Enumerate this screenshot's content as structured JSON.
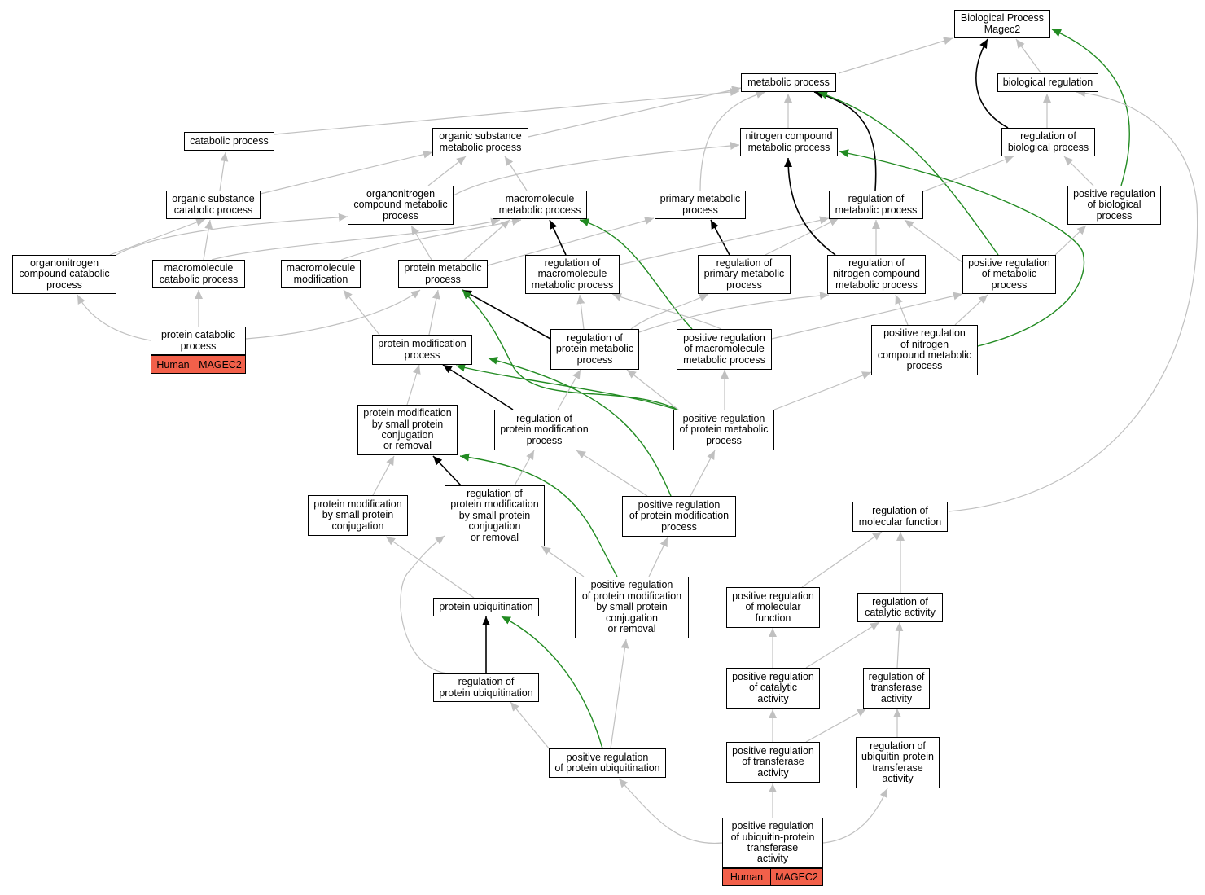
{
  "colors": {
    "edge_gray": "#c0c0c0",
    "edge_black": "#000000",
    "edge_green": "#228b22",
    "annotation": "#f2604a"
  },
  "nodes": {
    "biological_process": "Biological Process\nMagec2",
    "metabolic_process": "metabolic process",
    "biological_regulation": "biological regulation",
    "catabolic_process": "catabolic process",
    "organic_substance_metabolic_process": "organic substance\nmetabolic process",
    "nitrogen_compound_metabolic_process": "nitrogen compound\nmetabolic process",
    "regulation_of_biological_process": "regulation of\nbiological process",
    "organic_substance_catabolic_process": "organic substance\ncatabolic process",
    "organonitrogen_compound_metabolic_process": "organonitrogen\ncompound metabolic\nprocess",
    "macromolecule_metabolic_process": "macromolecule\nmetabolic process",
    "primary_metabolic_process": "primary metabolic\nprocess",
    "regulation_of_metabolic_process": "regulation of\nmetabolic process",
    "positive_regulation_of_biological_process": "positive regulation\nof biological\nprocess",
    "organonitrogen_compound_catabolic_process": "organonitrogen\ncompound catabolic\nprocess",
    "macromolecule_catabolic_process": "macromolecule\ncatabolic process",
    "macromolecule_modification": "macromolecule\nmodification",
    "protein_metabolic_process": "protein metabolic\nprocess",
    "regulation_of_macromolecule_metabolic_process": "regulation of\nmacromolecule\nmetabolic process",
    "regulation_of_primary_metabolic_process": "regulation of\nprimary metabolic\nprocess",
    "regulation_of_nitrogen_compound_metabolic_process": "regulation of\nnitrogen compound\nmetabolic process",
    "positive_regulation_of_metabolic_process": "positive regulation\nof metabolic\nprocess",
    "protein_catabolic_process": "protein catabolic\nprocess",
    "protein_modification_process": "protein modification\nprocess",
    "regulation_of_protein_metabolic_process": "regulation of\nprotein metabolic\nprocess",
    "positive_regulation_of_macromolecule_metabolic_process": "positive regulation\nof macromolecule\nmetabolic process",
    "positive_regulation_of_nitrogen_compound_metabolic_process": "positive regulation\nof nitrogen\ncompound metabolic\nprocess",
    "protein_modification_by_small_protein_conjugation_or_removal": "protein modification\nby small protein\nconjugation\nor removal",
    "regulation_of_protein_modification_process": "regulation of\nprotein modification\nprocess",
    "positive_regulation_of_protein_metabolic_process": "positive regulation\nof protein metabolic\nprocess",
    "protein_modification_by_small_protein_conjugation": "protein modification\nby small protein\nconjugation",
    "regulation_of_protein_modification_by_small_protein_conjugation_or_removal": "regulation of\nprotein modification\nby small protein\nconjugation\nor removal",
    "positive_regulation_of_protein_modification_process": "positive regulation\nof protein modification\nprocess",
    "regulation_of_molecular_function": "regulation of\nmolecular function",
    "protein_ubiquitination": "protein ubiquitination",
    "positive_regulation_of_protein_modification_by_small_protein_conjugation_or_removal": "positive regulation\nof protein modification\nby small protein\nconjugation\nor removal",
    "positive_regulation_of_molecular_function": "positive regulation\nof molecular\nfunction",
    "regulation_of_catalytic_activity": "regulation of\ncatalytic activity",
    "regulation_of_protein_ubiquitination": "regulation of\nprotein ubiquitination",
    "positive_regulation_of_catalytic_activity": "positive regulation\nof catalytic\nactivity",
    "regulation_of_transferase_activity": "regulation of\ntransferase\nactivity",
    "positive_regulation_of_protein_ubiquitination": "positive regulation\nof protein ubiquitination",
    "positive_regulation_of_transferase_activity": "positive regulation\nof transferase\nactivity",
    "regulation_of_ubiquitin_protein_transferase_activity": "regulation of\nubiquitin-protein\ntransferase\nactivity",
    "positive_regulation_of_ubiquitin_protein_transferase_activity": "positive regulation\nof ubiquitin-protein\ntransferase\nactivity"
  },
  "annotations": {
    "protein_catabolic_process": {
      "species": "Human",
      "gene": "MAGEC2"
    },
    "positive_regulation_of_ubiquitin_protein_transferase_activity": {
      "species": "Human",
      "gene": "MAGEC2"
    }
  }
}
